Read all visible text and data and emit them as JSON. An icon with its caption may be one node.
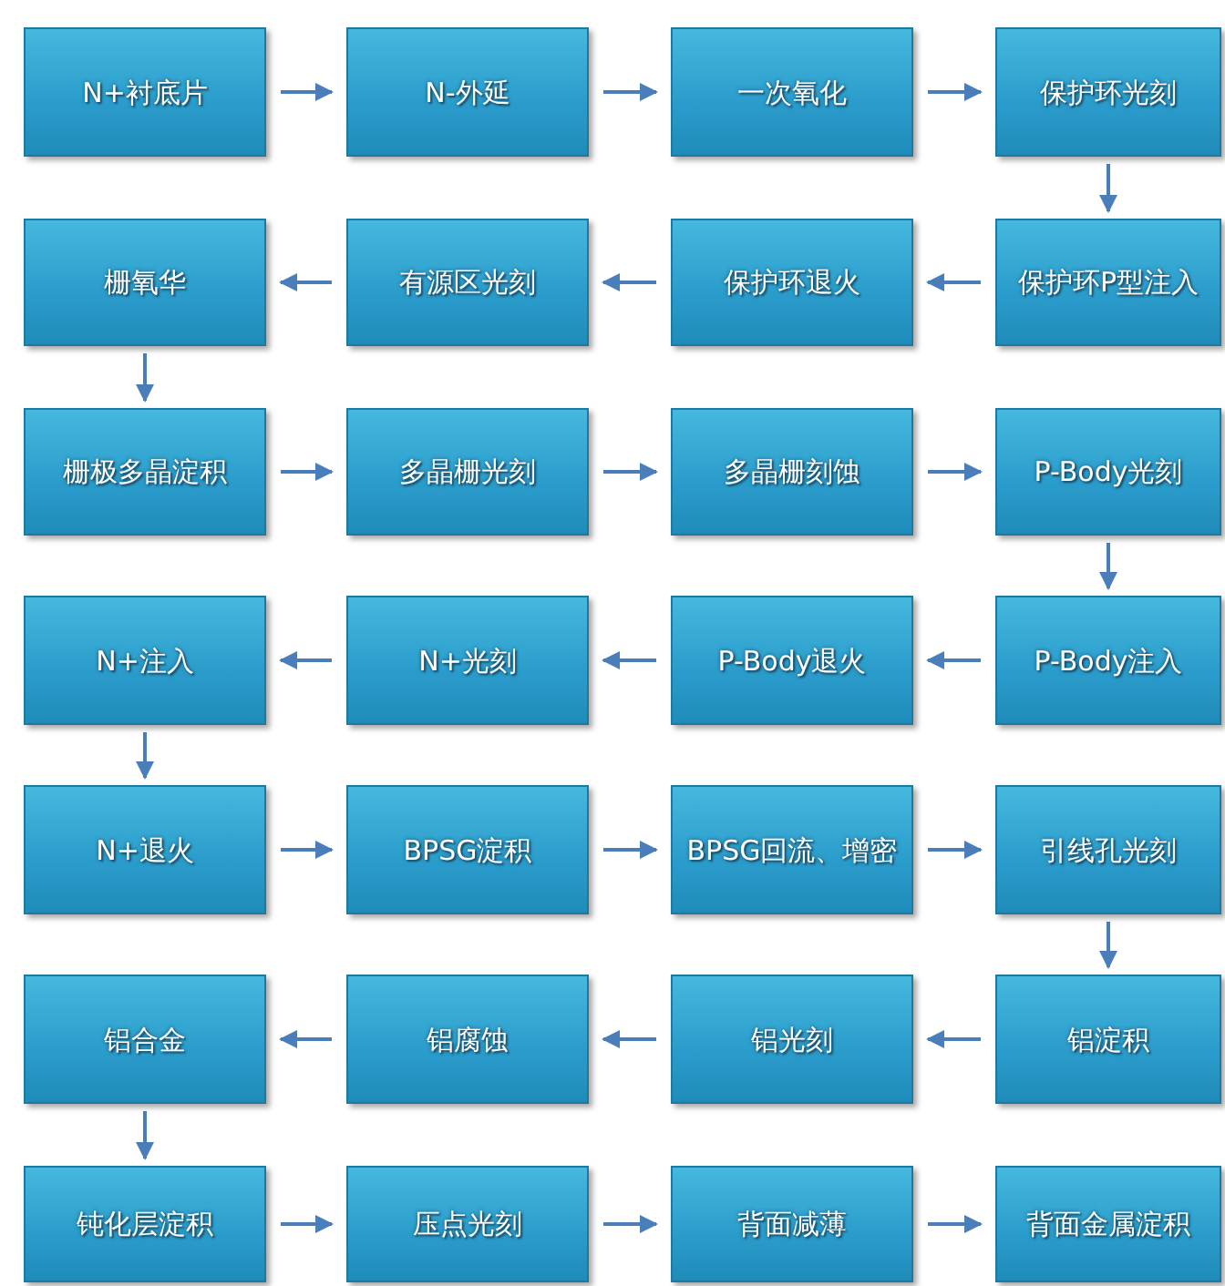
{
  "diagram": {
    "nodes": [
      {
        "text": [
          "N+衬底片"
        ]
      },
      {
        "text": [
          "N-外延"
        ]
      },
      {
        "text": [
          "一次氧化"
        ]
      },
      {
        "text": [
          "保护环光刻"
        ]
      },
      {
        "text": [
          "栅氧华"
        ]
      },
      {
        "text": [
          "有源区光刻"
        ]
      },
      {
        "text": [
          "保护环退火"
        ]
      },
      {
        "text": [
          "保护环P型注入"
        ]
      },
      {
        "text": [
          "栅极多晶淀积"
        ]
      },
      {
        "text": [
          "多晶栅光刻"
        ]
      },
      {
        "text": [
          "多晶栅刻蚀"
        ]
      },
      {
        "text": [
          "P-Body光刻"
        ]
      },
      {
        "text": [
          "N+注入"
        ]
      },
      {
        "text": [
          "N+光刻"
        ]
      },
      {
        "text": [
          "P-Body退火"
        ]
      },
      {
        "text": [
          "P-Body注入"
        ]
      },
      {
        "text": [
          "N+退火"
        ]
      },
      {
        "text": [
          "BPSG淀积"
        ]
      },
      {
        "text": [
          "BPSG回流、增密"
        ]
      },
      {
        "text": [
          "引线孔光刻"
        ]
      },
      {
        "text": [
          "铝合金"
        ]
      },
      {
        "text": [
          "铝腐蚀"
        ]
      },
      {
        "text": [
          "铝光刻"
        ]
      },
      {
        "text": [
          "铝淀积"
        ]
      },
      {
        "text": [
          "钝化层淀积"
        ]
      },
      {
        "text": [
          "压点光刻"
        ]
      },
      {
        "text": [
          "背面减薄"
        ]
      },
      {
        "text": [
          "背面金属淀积"
        ]
      }
    ],
    "edges": [
      {
        "from": 0,
        "to": 1,
        "arrow": "to"
      },
      {
        "from": 1,
        "to": 2,
        "arrow": "to"
      },
      {
        "from": 2,
        "to": 3,
        "arrow": "to"
      },
      {
        "from": 3,
        "to": 7,
        "arrow": "to"
      },
      {
        "from": 7,
        "to": 6,
        "arrow": "to"
      },
      {
        "from": 6,
        "to": 5,
        "arrow": "to"
      },
      {
        "from": 5,
        "to": 4,
        "arrow": "to"
      },
      {
        "from": 4,
        "to": 8,
        "arrow": "to"
      },
      {
        "from": 8,
        "to": 9,
        "arrow": "to"
      },
      {
        "from": 9,
        "to": 10,
        "arrow": "to"
      },
      {
        "from": 10,
        "to": 11,
        "arrow": "to"
      },
      {
        "from": 11,
        "to": 15,
        "arrow": "to"
      },
      {
        "from": 15,
        "to": 14,
        "arrow": "to"
      },
      {
        "from": 14,
        "to": 13,
        "arrow": "to"
      },
      {
        "from": 13,
        "to": 12,
        "arrow": "to"
      },
      {
        "from": 12,
        "to": 16,
        "arrow": "to"
      },
      {
        "from": 16,
        "to": 17,
        "arrow": "to"
      },
      {
        "from": 17,
        "to": 18,
        "arrow": "to"
      },
      {
        "from": 18,
        "to": 19,
        "arrow": "to"
      },
      {
        "from": 19,
        "to": 23,
        "arrow": "to"
      },
      {
        "from": 23,
        "to": 22,
        "arrow": "to"
      },
      {
        "from": 22,
        "to": 21,
        "arrow": "to"
      },
      {
        "from": 21,
        "to": 20,
        "arrow": "to"
      },
      {
        "from": 20,
        "to": 24,
        "arrow": "to"
      },
      {
        "from": 24,
        "to": 25,
        "arrow": "to"
      },
      {
        "from": 25,
        "to": 26,
        "arrow": "to"
      },
      {
        "from": 26,
        "to": 27,
        "arrow": "to"
      }
    ]
  }
}
